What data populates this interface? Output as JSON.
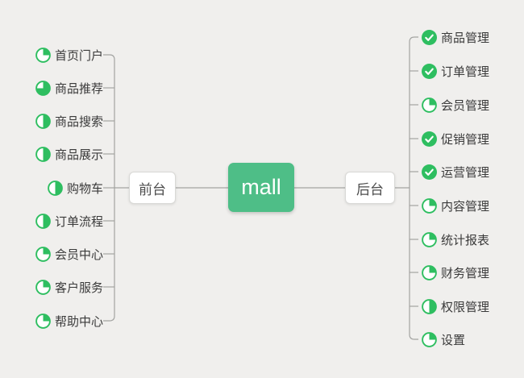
{
  "colors": {
    "background": "#f0efed",
    "connector": "#a3a3a1",
    "root_green": "#4ebe87",
    "marker_green": "#2ebe60",
    "text": "#3a3a3a"
  },
  "root": {
    "label": "mall"
  },
  "branches": [
    {
      "id": "front",
      "label": "前台",
      "side": "left",
      "items": [
        {
          "label": "首页门户",
          "progress": "25%",
          "icon": "task-progress-25-icon"
        },
        {
          "label": "商品推荐",
          "progress": "75%",
          "icon": "task-progress-75-icon"
        },
        {
          "label": "商品搜索",
          "progress": "50%",
          "icon": "task-progress-50-icon"
        },
        {
          "label": "商品展示",
          "progress": "50%",
          "icon": "task-progress-50-icon"
        },
        {
          "label": "购物车",
          "progress": "50%",
          "icon": "task-progress-50-icon"
        },
        {
          "label": "订单流程",
          "progress": "50%",
          "icon": "task-progress-50-icon"
        },
        {
          "label": "会员中心",
          "progress": "25%",
          "icon": "task-progress-25-icon"
        },
        {
          "label": "客户服务",
          "progress": "25%",
          "icon": "task-progress-25-icon"
        },
        {
          "label": "帮助中心",
          "progress": "25%",
          "icon": "task-progress-25-icon"
        }
      ]
    },
    {
      "id": "back",
      "label": "后台",
      "side": "right",
      "items": [
        {
          "label": "商品管理",
          "progress": "done",
          "icon": "task-done-icon"
        },
        {
          "label": "订单管理",
          "progress": "done",
          "icon": "task-done-icon"
        },
        {
          "label": "会员管理",
          "progress": "25%",
          "icon": "task-progress-25-icon"
        },
        {
          "label": "促销管理",
          "progress": "done",
          "icon": "task-done-icon"
        },
        {
          "label": "运营管理",
          "progress": "done",
          "icon": "task-done-icon"
        },
        {
          "label": "内容管理",
          "progress": "25%",
          "icon": "task-progress-25-icon"
        },
        {
          "label": "统计报表",
          "progress": "25%",
          "icon": "task-progress-25-icon"
        },
        {
          "label": "财务管理",
          "progress": "25%",
          "icon": "task-progress-25-icon"
        },
        {
          "label": "权限管理",
          "progress": "50%",
          "icon": "task-progress-50-icon"
        },
        {
          "label": "设置",
          "progress": "25%",
          "icon": "task-progress-25-icon"
        }
      ]
    }
  ]
}
